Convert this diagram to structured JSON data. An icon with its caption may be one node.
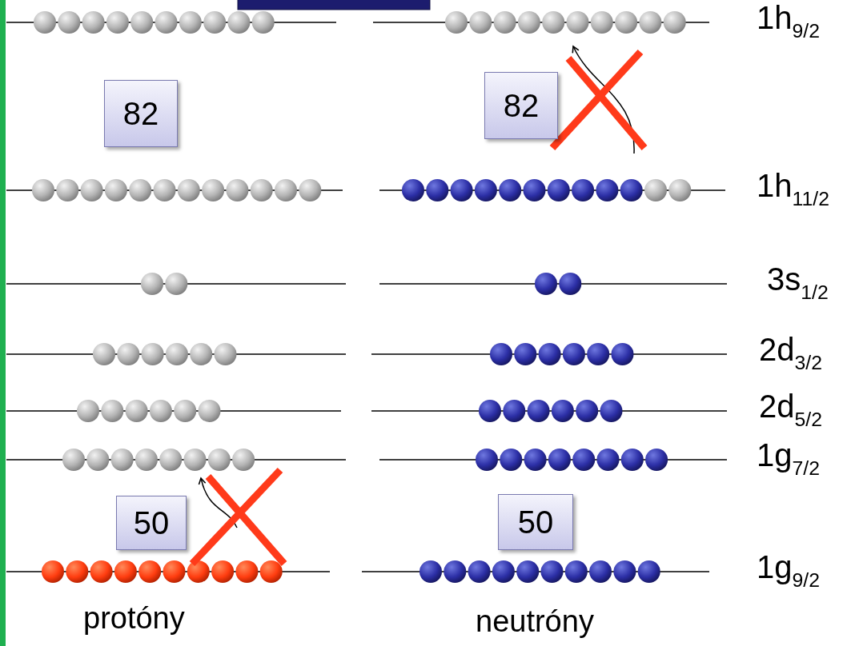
{
  "diagram": {
    "labels": [
      "1h$_{9/2}$",
      "82",
      "82",
      "1h$_{11/2}$",
      "3s$_{1/2}$",
      "2d$_{3/2}$",
      "2d$_{5/2}$",
      "1g$_{7/2}$",
      "50",
      "50",
      "1g$_{9/2}$",
      "protóny",
      "neutróny"
    ]
  }
}
